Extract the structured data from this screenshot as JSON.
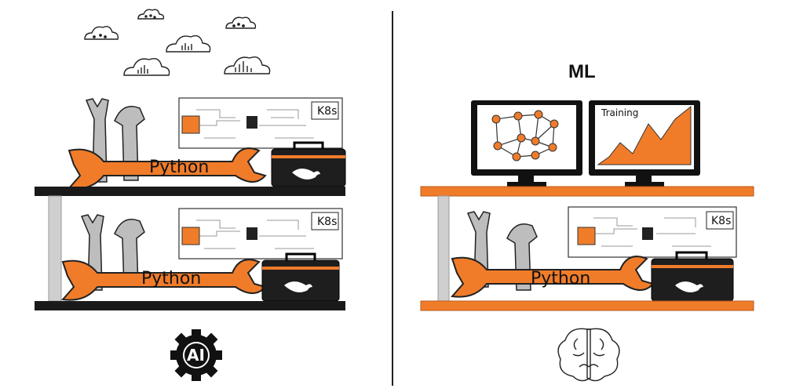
{
  "left_panel": {
    "board_label": "K8s",
    "tool_label": "Python",
    "badge_text": "AI"
  },
  "right_panel": {
    "title": "ML",
    "monitor_label": "Training",
    "board_label": "K8s",
    "tool_label": "Python"
  },
  "colors": {
    "accent": "#f07c2a",
    "ink": "#111111",
    "shelf_dark": "#1a1a1a",
    "shelf_orange": "#f07c2a",
    "post_gray": "#cfcfcf"
  },
  "icons": [
    "cloud-icon",
    "wrench-icon",
    "circuit-board-icon",
    "toolbox-icon",
    "whale-icon",
    "gear-ai-icon",
    "monitor-icon",
    "network-graph-icon",
    "area-chart-icon",
    "brain-icon"
  ]
}
